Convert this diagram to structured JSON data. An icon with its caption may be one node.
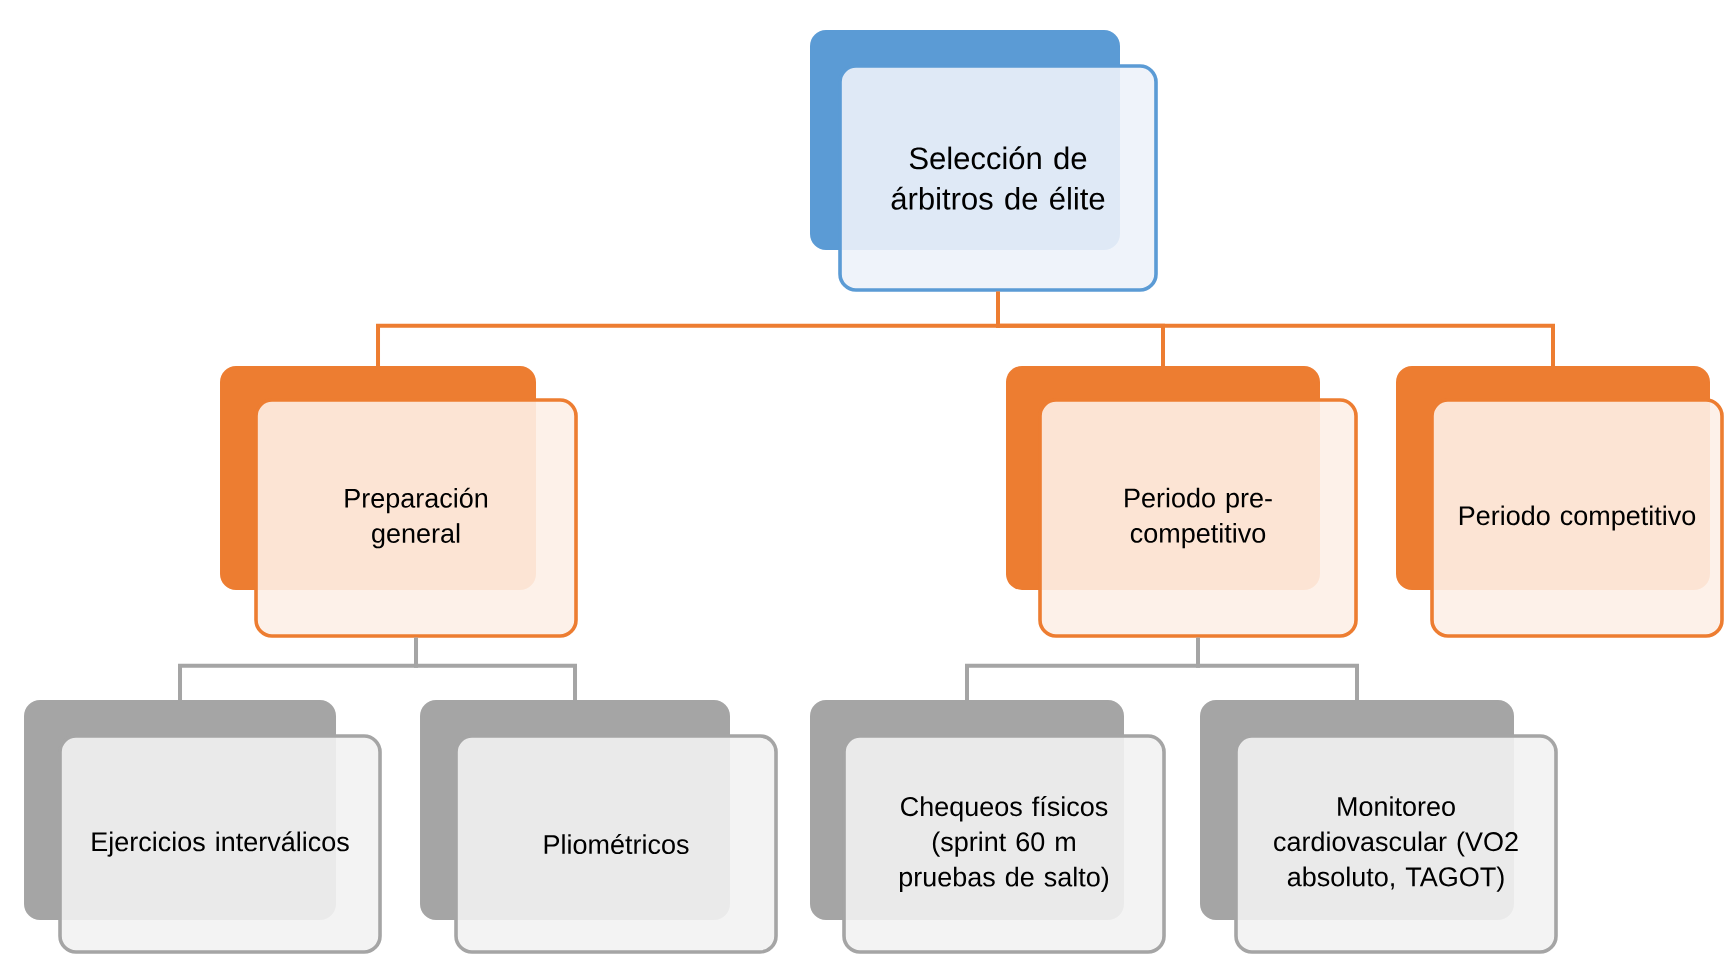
{
  "diagram": {
    "nodes": [
      {
        "text": [
          "Selección de árbitros de élite"
        ]
      },
      {
        "text": [
          "Preparación general"
        ]
      },
      {
        "text": [
          "Periodo pre-competitivo"
        ]
      },
      {
        "text": [
          "Periodo competitivo"
        ]
      },
      {
        "text": [
          "Ejercicios interválicos"
        ]
      },
      {
        "text": [
          "Pliométricos"
        ]
      },
      {
        "text": [
          "Chequeos físicos (sprint 60 m pruebas de salto)"
        ]
      },
      {
        "text": [
          "Monitoreo cardiovascular (VO2 absoluto, TAGOT)"
        ]
      }
    ],
    "edges": [
      {
        "from": 0,
        "to": 1,
        "arrow": "none",
        "color": "#ed7d31"
      },
      {
        "from": 0,
        "to": 2,
        "arrow": "none",
        "color": "#ed7d31"
      },
      {
        "from": 0,
        "to": 3,
        "arrow": "none",
        "color": "#ed7d31"
      },
      {
        "from": 1,
        "to": 4,
        "arrow": "none"
      },
      {
        "from": 1,
        "to": 5,
        "arrow": "none"
      },
      {
        "from": 2,
        "to": 6,
        "arrow": "none"
      },
      {
        "from": 2,
        "to": 7,
        "arrow": "none"
      }
    ]
  }
}
